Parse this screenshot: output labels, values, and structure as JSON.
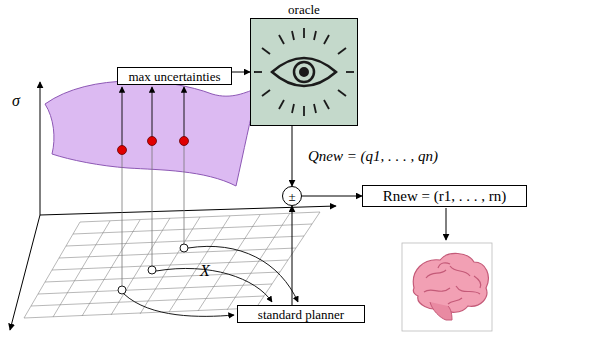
{
  "diagram": {
    "nodes": [
      {
        "text": [
          "max uncertainties"
        ]
      },
      {
        "text": [
          "oracle"
        ]
      },
      {
        "text": [
          "±"
        ]
      },
      {
        "text": [
          "Rnew = (r1, . . . , rn)"
        ]
      },
      {
        "text": [
          "standard planner"
        ]
      }
    ],
    "edges": [
      {
        "from": 0,
        "to": 1,
        "arrow": "to"
      },
      {
        "from": 1,
        "to": 2,
        "arrow": "to",
        "label": "Qnew = (q1, . . . , qn)"
      },
      {
        "from": 2,
        "to": 3,
        "arrow": "to"
      },
      {
        "from": 4,
        "to": 2,
        "arrow": "to"
      }
    ],
    "labels": [
      "σ",
      "X"
    ]
  }
}
